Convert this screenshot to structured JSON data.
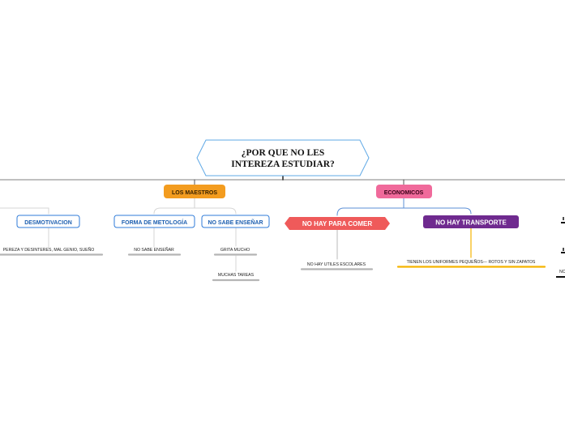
{
  "root": {
    "line1": "¿POR QUE NO LES",
    "line2": "INTEREZA ESTUDIAR?"
  },
  "branches": {
    "maestros": "LOS MAESTROS",
    "economicos": "ECONOMICOS"
  },
  "topics": {
    "desmotivacion": "DESMOTIVACION",
    "forma_metologia": "FORMA DE METOLOGÍA",
    "no_sabe_ensenar": "NO SABE ENSEÑAR",
    "no_hay_comer": "NO HAY PARA COMER",
    "no_hay_transporte": "NO HAY TRANSPORTE"
  },
  "leaves": {
    "pereza": "PEREZA Y DESINTERES, MAL GENIO, SUEÑO",
    "no_sabe_ensenar_leaf": "NO SABE ENSEÑAR",
    "grita_mucho": "GRITA MUCHO",
    "muchas_tareas": "MUCHAS TAREAS",
    "no_hay_utiles": "NO HAY UTILES ESCOLARES",
    "uniformes": "TIENEN LOS UNIFORMES PEQUEÑOS--- ROTOS Y SIN ZAPATOS",
    "edge_fragment": "NO"
  },
  "colors": {
    "maestros": "#f39c1f",
    "economicos": "#f06a9b",
    "topic_border": "#2f7bd8",
    "no_hay_comer": "#ef5a5a",
    "no_hay_transporte": "#6f2a8f",
    "root_border": "#5fa8e6",
    "leaf_underline": "#b5b5b5",
    "leaf_underline_accent": "#f5b400"
  }
}
